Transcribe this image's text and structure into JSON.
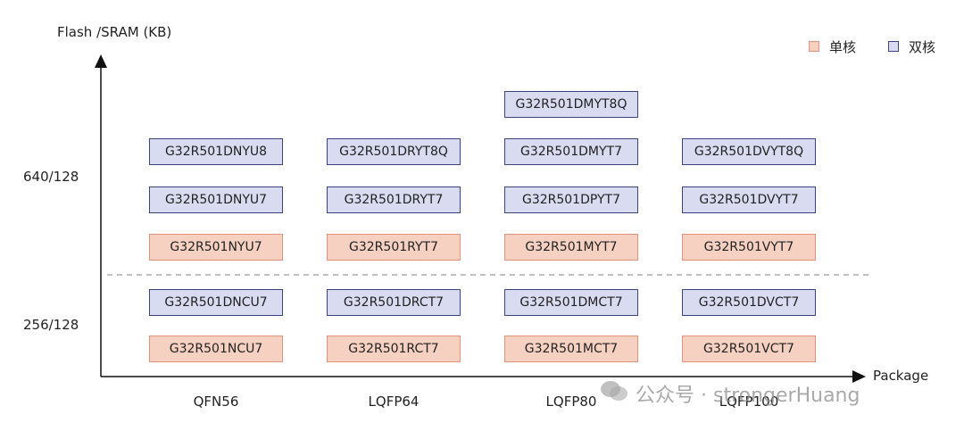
{
  "axes": {
    "y_title": "Flash /SRAM (KB)",
    "x_title": "Package",
    "y_labels": [
      "640/128",
      "256/128"
    ],
    "x_labels": [
      "QFN56",
      "LQFP64",
      "LQFP80",
      "LQFP100"
    ]
  },
  "legend": {
    "single_label": "单核",
    "dual_label": "双核",
    "single_color": "#f6d1c2",
    "dual_color": "#d9dcf1"
  },
  "tiers": {
    "upper": {
      "QFN56": [
        "G32R501DNYU8",
        "G32R501DNYU7",
        "G32R501NYU7"
      ],
      "LQFP64": [
        "G32R501DRYT8Q",
        "G32R501DRYT7",
        "G32R501RYT7"
      ],
      "LQFP80": [
        "G32R501DMYT8Q",
        "G32R501DMYT7",
        "G32R501DPYT7",
        "G32R501MYT7"
      ],
      "LQFP100": [
        "G32R501DVYT8Q",
        "G32R501DVYT7",
        "G32R501VYT7"
      ]
    },
    "lower": {
      "QFN56": [
        "G32R501DNCU7",
        "G32R501NCU7"
      ],
      "LQFP64": [
        "G32R501DRCT7",
        "G32R501RCT7"
      ],
      "LQFP80": [
        "G32R501DMCT7",
        "G32R501MCT7"
      ],
      "LQFP100": [
        "G32R501DVCT7",
        "G32R501VCT7"
      ]
    }
  },
  "watermark": "公众号 · strongerHuang"
}
